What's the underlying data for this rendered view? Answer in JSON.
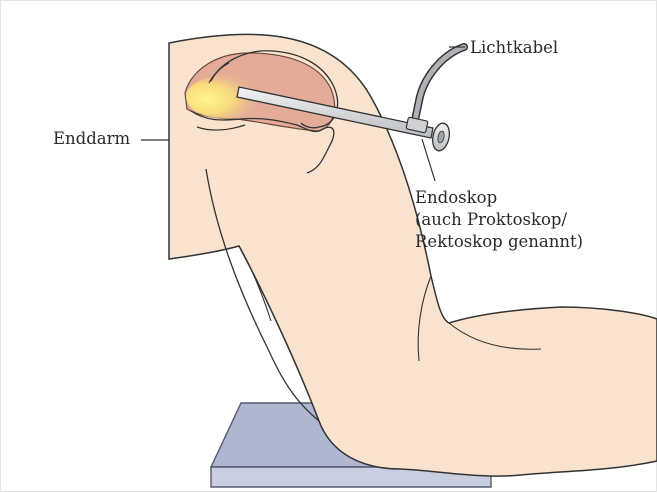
{
  "labels": {
    "enddarm": "Enddarm",
    "lichtkabel": "Lichtkabel",
    "endoskop": {
      "line1": "Endoskop",
      "line2": "(auch Proktoskop/",
      "line3": "Rektoskop genannt)"
    }
  },
  "colors": {
    "skin": "#f9e3cf",
    "rectum": "#e3ab98",
    "light_glow": "#fff27a",
    "table": "#aeb6d0",
    "instrument": "#d6d8da",
    "outline": "#333333"
  }
}
